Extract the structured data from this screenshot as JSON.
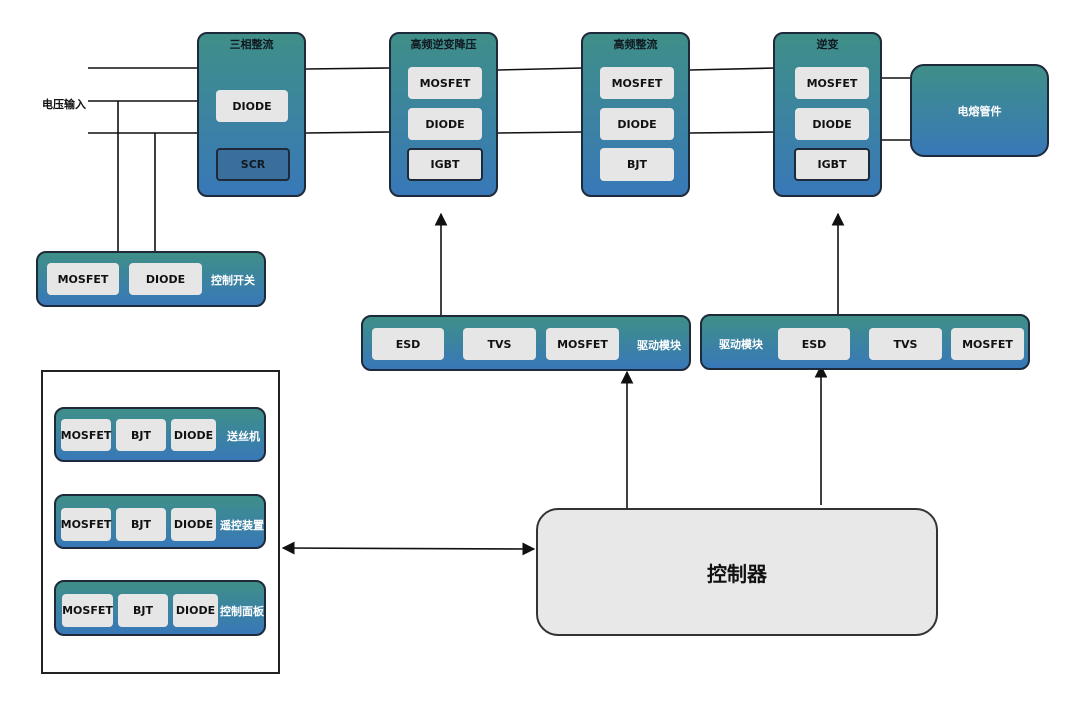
{
  "input_label": "电压输入",
  "rectifier": {
    "title": "三相整流",
    "chips": [
      "DIODE",
      "SCR"
    ]
  },
  "hf_buck": {
    "title": "高频逆变降压",
    "chips": [
      "MOSFET",
      "DIODE",
      "IGBT"
    ]
  },
  "hf_rect": {
    "title": "高频整流",
    "chips": [
      "MOSFET",
      "DIODE",
      "BJT"
    ]
  },
  "inverter": {
    "title": "逆变",
    "chips": [
      "MOSFET",
      "DIODE",
      "IGBT"
    ]
  },
  "load": {
    "title": "电熔管件"
  },
  "switch": {
    "title": "控制开关",
    "chips": [
      "MOSFET",
      "DIODE"
    ]
  },
  "driver_left": {
    "title": "驱动模块",
    "chips": [
      "ESD",
      "TVS",
      "MOSFET"
    ]
  },
  "driver_right": {
    "title": "驱动模块",
    "chips": [
      "ESD",
      "TVS",
      "MOSFET"
    ]
  },
  "peripherals": [
    {
      "title": "送丝机",
      "chips": [
        "MOSFET",
        "BJT",
        "DIODE"
      ]
    },
    {
      "title": "遥控装置",
      "chips": [
        "MOSFET",
        "BJT",
        "DIODE"
      ]
    },
    {
      "title": "控制面板",
      "chips": [
        "MOSFET",
        "BJT",
        "DIODE"
      ]
    }
  ],
  "controller": {
    "title": "控制器"
  }
}
